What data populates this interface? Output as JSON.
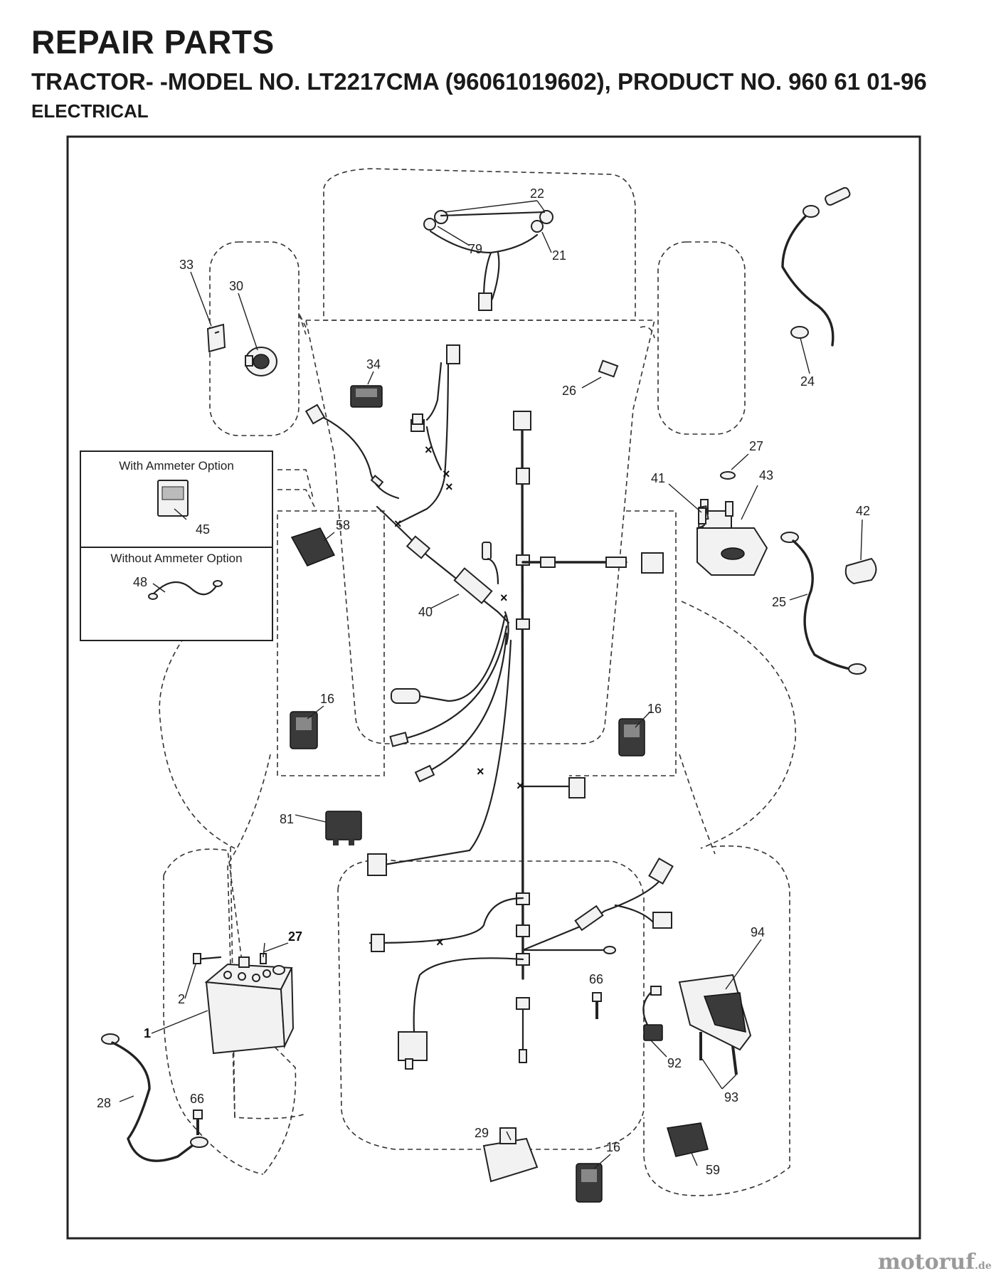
{
  "header": {
    "title": "REPAIR PARTS",
    "model_line": "TRACTOR- -MODEL NO. LT2217CMA (96061019602), PRODUCT NO. 960 61 01-96",
    "section": "ELECTRICAL"
  },
  "options": {
    "with_ammeter": "With Ammeter Option",
    "without_ammeter": "Without Ammeter Option"
  },
  "callouts": {
    "c22": "22",
    "c79": "79",
    "c21": "21",
    "c33": "33",
    "c30": "30",
    "c24": "24",
    "c34": "34",
    "c26": "26",
    "c27a": "27",
    "c41": "41",
    "c43": "43",
    "c42": "42",
    "c45": "45",
    "c58": "58",
    "c48": "48",
    "c40": "40",
    "c25": "25",
    "c16a": "16",
    "c16b": "16",
    "c81": "81",
    "c27b": "27",
    "c2": "2",
    "c1": "1",
    "c94": "94",
    "c66a": "66",
    "c92": "92",
    "c93": "93",
    "c28": "28",
    "c66b": "66",
    "c29": "29",
    "c16c": "16",
    "c59": "59"
  },
  "brand": {
    "name": "motoruf",
    "suffix": ".de"
  }
}
